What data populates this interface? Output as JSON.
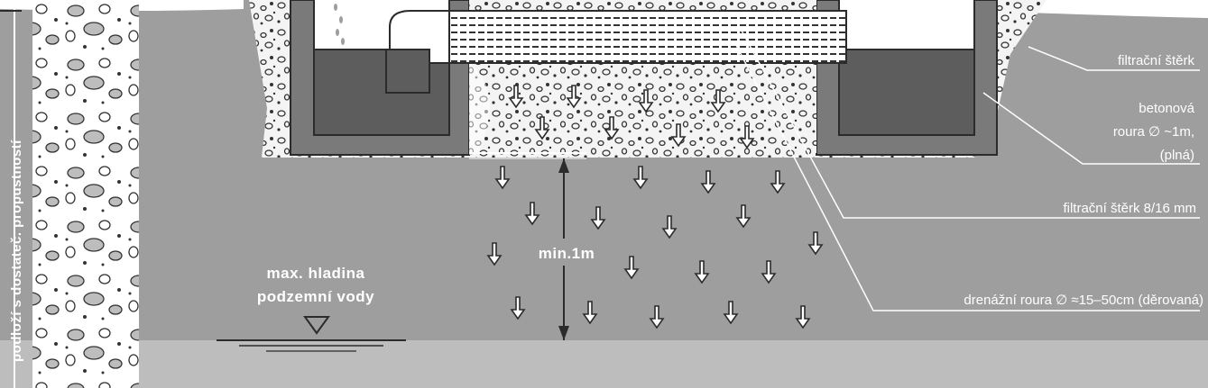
{
  "labels": {
    "gravel": "filtrační štěrk",
    "concrete_1": "betonová",
    "concrete_2": "roura ∅ ~1m,",
    "concrete_3": "(plná)",
    "gravel_size": "filtrační štěrk 8/16 mm",
    "drain_pipe": "drenážní roura ∅ ≈15–50cm (děrovaná)",
    "min_depth": "min.1m",
    "water_1": "max. hladina",
    "water_2": "podzemní vody",
    "subsoil": "podloží s dostateč. propustností"
  },
  "colors": {
    "soil": "#9e9e9e",
    "soil_light": "#bdbdbd",
    "concrete": "#7a7a7a",
    "water_dark": "#5d5d5d",
    "line": "#2b2b2b",
    "gravel_bg": "#f4f4f4"
  }
}
